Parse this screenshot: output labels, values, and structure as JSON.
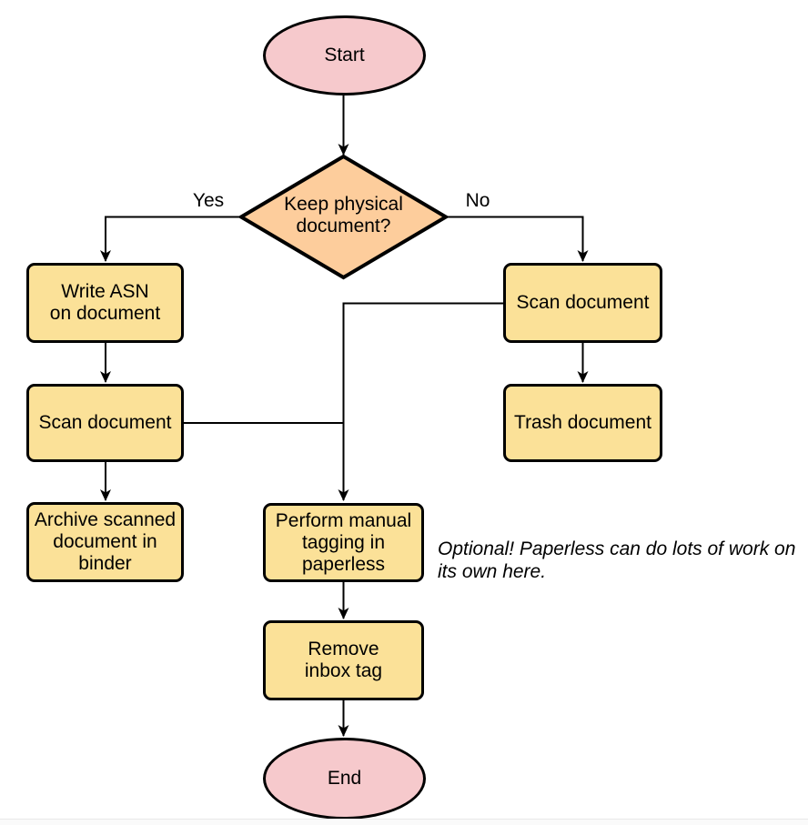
{
  "colors": {
    "terminal_fill": "#F6C9CC",
    "decision_fill": "#FDCD9C",
    "process_fill": "#FBE198",
    "stroke": "#000000",
    "page_edge": "#E8E8E8",
    "page_below": "#FAFAFA"
  },
  "nodes": {
    "start": {
      "label": "Start"
    },
    "decision": {
      "label": "Keep physical\ndocument?"
    },
    "write_asn": {
      "label": "Write ASN\non document"
    },
    "scan_left": {
      "label": "Scan document"
    },
    "archive": {
      "label": "Archive scanned\ndocument in\nbinder"
    },
    "scan_right": {
      "label": "Scan document"
    },
    "trash": {
      "label": "Trash document"
    },
    "tagging": {
      "label": "Perform manual\ntagging in\npaperless"
    },
    "remove_inbox": {
      "label": "Remove\ninbox tag"
    },
    "end": {
      "label": "End"
    }
  },
  "edge_labels": {
    "yes": "Yes",
    "no": "No"
  },
  "note": {
    "text": "Optional! Paperless can do lots of work on\nits own here."
  }
}
